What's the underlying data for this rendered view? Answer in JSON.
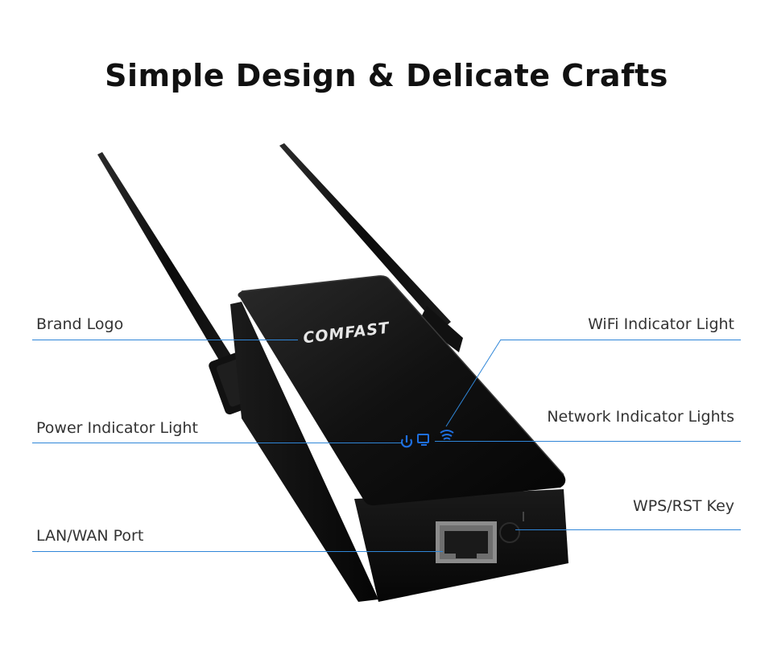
{
  "title": "Simple Design & Delicate Crafts",
  "brand_logo_text": "COMFAST",
  "labels": {
    "brand_logo": "Brand Logo",
    "power_indicator": "Power Indicator Light",
    "lan_wan_port": "LAN/WAN Port",
    "wifi_indicator": "WiFi Indicator Light",
    "network_indicator": "Network Indicator Lights",
    "wps_rst_key": "WPS/RST Key"
  },
  "colors": {
    "callout_line": "#2f86d8",
    "indicator_blue": "#1e6fe0",
    "device_body": "#0d0d0d"
  },
  "icons": [
    "power-icon",
    "network-icon",
    "wifi-icon"
  ]
}
